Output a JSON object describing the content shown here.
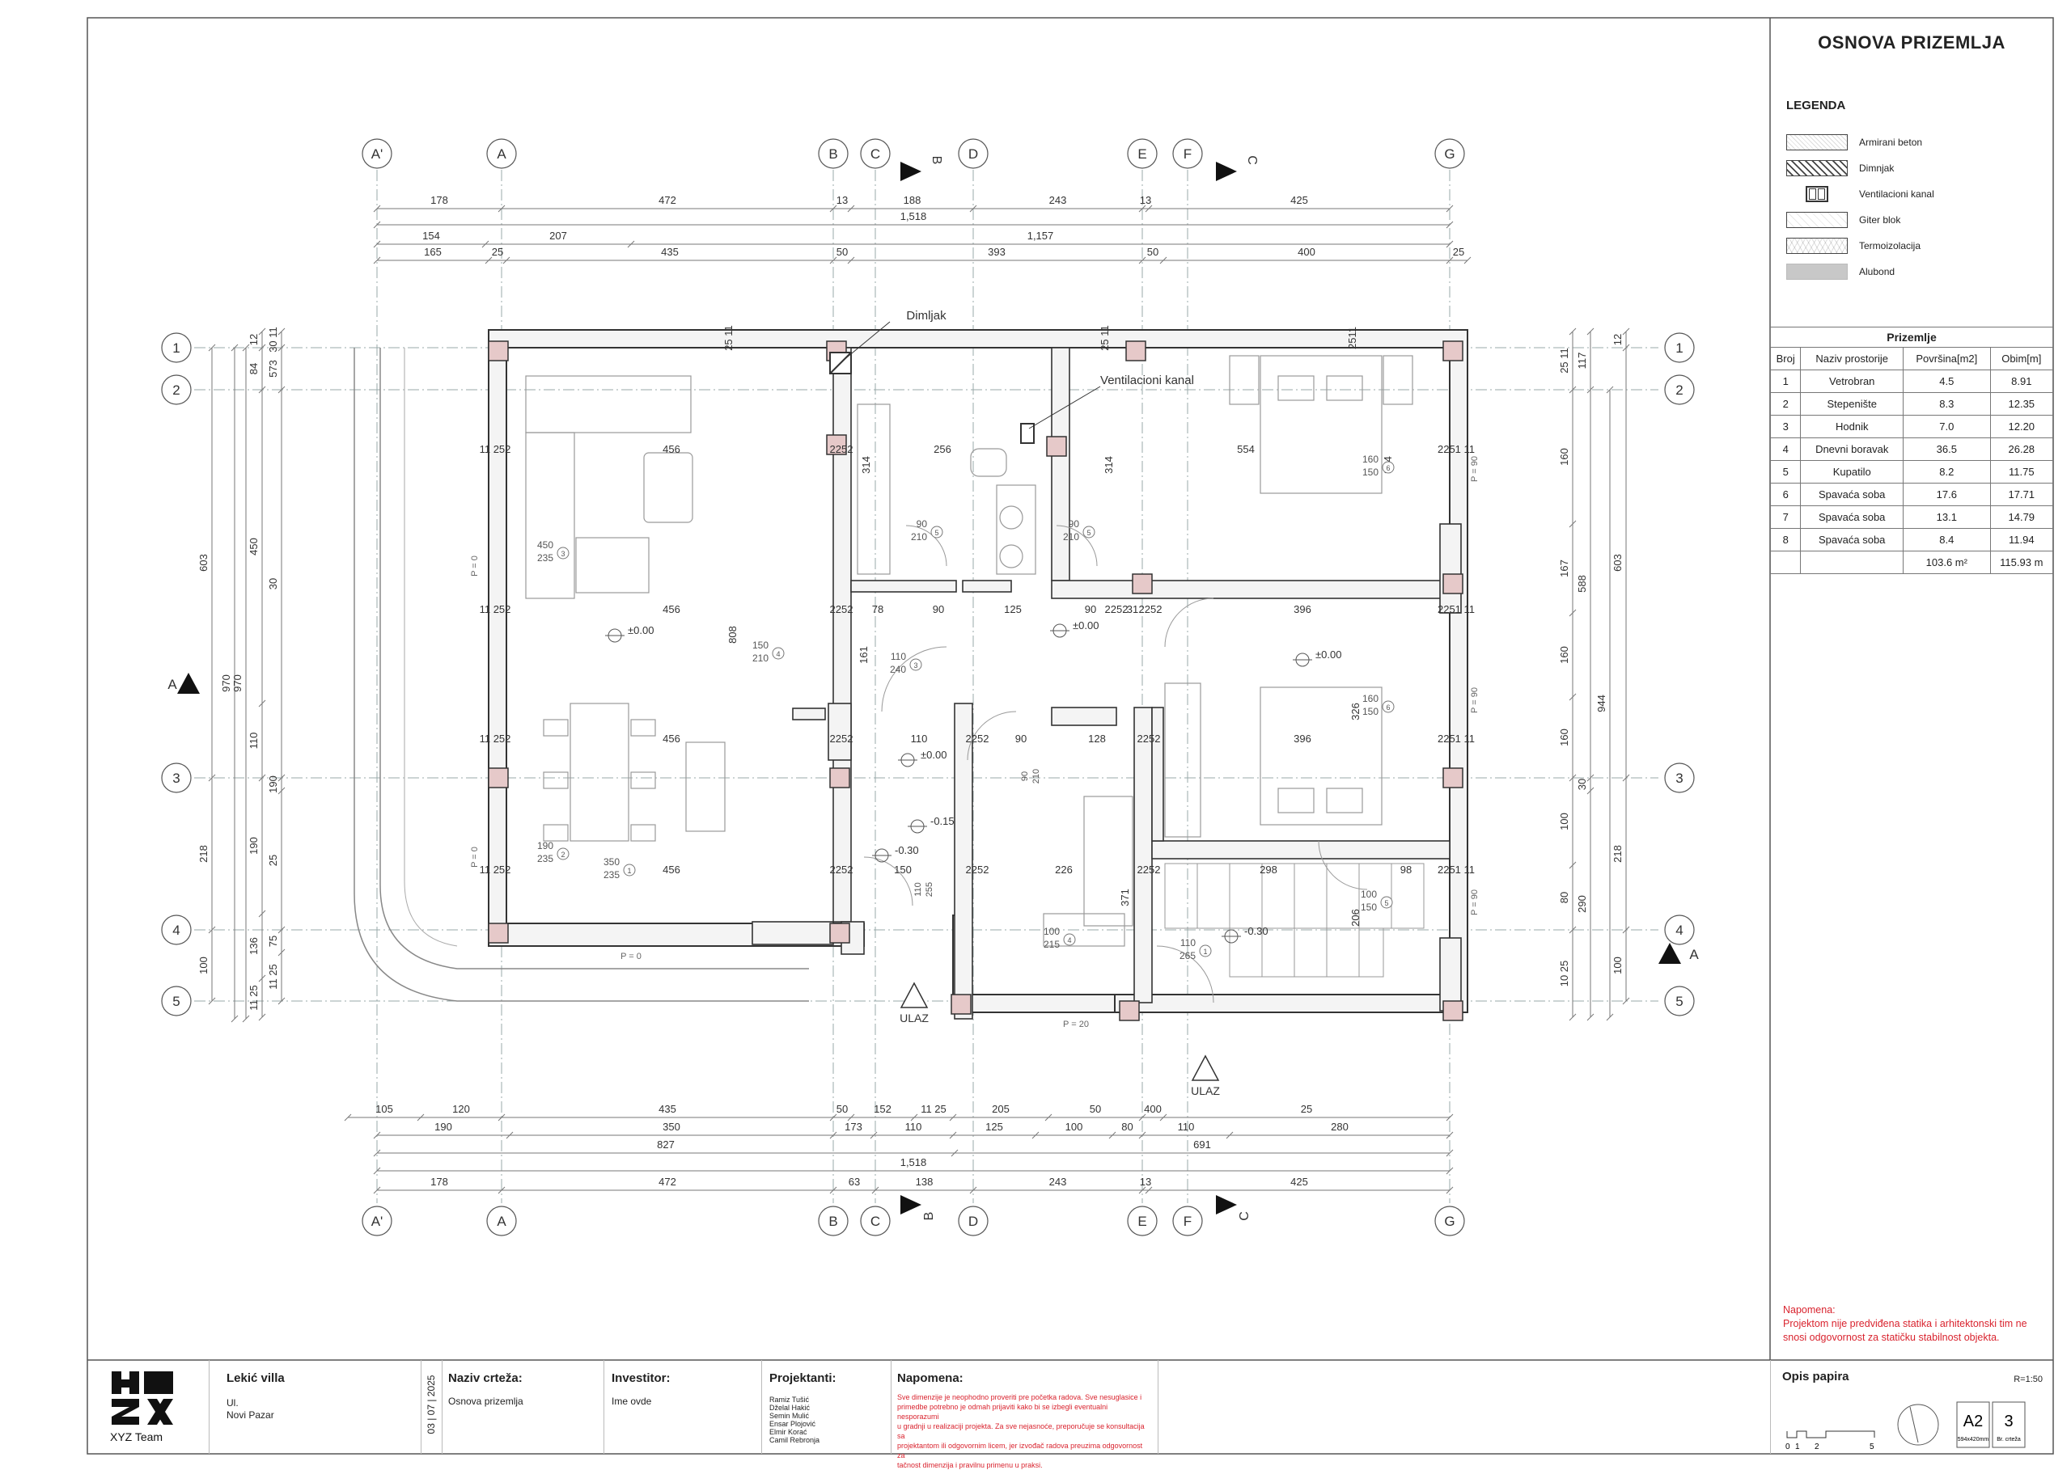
{
  "sheet_title": "OSNOVA PRIZEMLJA",
  "legend": {
    "title": "LEGENDA",
    "items": [
      {
        "label": "Armirani beton"
      },
      {
        "label": "Dimnjak"
      },
      {
        "label": "Ventilacioni kanal"
      },
      {
        "label": "Giter blok"
      },
      {
        "label": "Termoizolacija"
      },
      {
        "label": "Alubond"
      }
    ]
  },
  "room_table": {
    "caption": "Prizemlje",
    "headers": [
      "Broj",
      "Naziv prostorije",
      "Površina[m2]",
      "Obim[m]"
    ],
    "rows": [
      [
        "1",
        "Vetrobran",
        "4.5",
        "8.91"
      ],
      [
        "2",
        "Stepenište",
        "8.3",
        "12.35"
      ],
      [
        "3",
        "Hodnik",
        "7.0",
        "12.20"
      ],
      [
        "4",
        "Dnevni boravak",
        "36.5",
        "26.28"
      ],
      [
        "5",
        "Kupatilo",
        "8.2",
        "11.75"
      ],
      [
        "6",
        "Spavaća soba",
        "17.6",
        "17.71"
      ],
      [
        "7",
        "Spavaća soba",
        "13.1",
        "14.79"
      ],
      [
        "8",
        "Spavaća soba",
        "8.4",
        "11.94"
      ]
    ],
    "total": [
      "",
      "",
      "103.6 m²",
      "115.93 m"
    ]
  },
  "panel_note": {
    "label": "Napomena:",
    "text": "Projektom nije predviđena statika i arhitektonski tim ne snosi odgovornost za statičku stabilnost objekta."
  },
  "plan": {
    "top_axes": [
      "A'",
      "A",
      "B",
      "C",
      "D",
      "E",
      "F",
      "G"
    ],
    "bottom_axes": [
      "A'",
      "A",
      "B",
      "C",
      "D",
      "E",
      "F",
      "G"
    ],
    "side_axes": [
      "1",
      "2",
      "3",
      "4",
      "5"
    ],
    "section_marks": [
      "A",
      "A",
      "B",
      "B",
      "C",
      "C"
    ],
    "top_dims_row1": [
      "178",
      "472",
      "13",
      "188",
      "243",
      "13",
      "425"
    ],
    "top_dims_row2": [
      "1,518"
    ],
    "top_dims_row3": [
      "154",
      "207",
      "1,157"
    ],
    "top_dims_row4": [
      "165",
      "25",
      "435",
      "50",
      "393",
      "50",
      "400",
      "25"
    ],
    "bottom_dims_row1": [
      "105",
      "120",
      "435",
      "50",
      "152",
      "11 25",
      "205",
      "50",
      "400",
      "25"
    ],
    "bottom_dims_row2": [
      "190",
      "350",
      "173",
      "110",
      "125",
      "100",
      "80",
      "110",
      "280"
    ],
    "bottom_dims_row3": [
      "827",
      "691"
    ],
    "bottom_dims_row4": [
      "1,518"
    ],
    "bottom_dims_row5": [
      "178",
      "472",
      "63",
      "138",
      "243",
      "13",
      "425"
    ],
    "left_dims_outer": [
      "603",
      "218",
      "100"
    ],
    "left_dims_mid": [
      "970",
      "970"
    ],
    "left_dims_inner": [
      "12",
      "84",
      "450",
      "110",
      "190",
      "136",
      "11 25"
    ],
    "left_dims_inner2": [
      "30 11",
      "573",
      "30",
      "190",
      "25",
      "75",
      "11 25"
    ],
    "right_dims_inner": [
      "25 11",
      "160",
      "167",
      "160",
      "160",
      "100",
      "80",
      "10 25"
    ],
    "right_dims_mid": [
      "117",
      "588",
      "30",
      "290"
    ],
    "right_dims_mid2": [
      "944"
    ],
    "right_dims_outer": [
      "12",
      "603",
      "218",
      "100"
    ],
    "labels": {
      "chimney": "Dimljak",
      "vent": "Ventilacioni kanal",
      "entrance": "ULAZ"
    },
    "levels": [
      "±0.00",
      "±0.00",
      "±0.00",
      "±0.00",
      "-0.15",
      "-0.30",
      "-0.30"
    ],
    "room_dims": [
      "456",
      "256",
      "554",
      "456",
      "78",
      "90",
      "125",
      "90",
      "31",
      "396",
      "456",
      "110",
      "90",
      "128",
      "396",
      "456",
      "150",
      "226",
      "298",
      "98",
      "314",
      "314",
      "314",
      "808",
      "161",
      "371",
      "326",
      "206"
    ],
    "wall_dims": [
      "11 252",
      "2252",
      "2252",
      "2252",
      "2252",
      "2251 11",
      "11 252",
      "2252",
      "2252",
      "2251 11",
      "11 252",
      "2252",
      "2252",
      "2251 11",
      "11 252",
      "2252",
      "2252",
      "2251 11",
      "25 11",
      "25 11",
      "2511"
    ],
    "tags": [
      {
        "n": "3",
        "a": "450",
        "b": "235"
      },
      {
        "n": "4",
        "a": "150",
        "b": "210"
      },
      {
        "n": "5",
        "a": "90",
        "b": "210"
      },
      {
        "n": "5",
        "a": "90",
        "b": "210"
      },
      {
        "n": "6",
        "a": "160",
        "b": "150"
      },
      {
        "n": "6",
        "a": "160",
        "b": "150"
      },
      {
        "n": "2",
        "a": "190",
        "b": "235"
      },
      {
        "n": "1",
        "a": "350",
        "b": "235"
      },
      {
        "n": "5",
        "a": "100",
        "b": "150"
      },
      {
        "n": "3",
        "a": "110",
        "b": "240"
      },
      {
        "n": "4",
        "a": "100",
        "b": "215"
      },
      {
        "n": "1",
        "a": "110",
        "b": "265"
      }
    ],
    "parapets": [
      "P = 0",
      "P = 0",
      "P = 0",
      "P = 20",
      "P = 90",
      "P = 90",
      "P = 90"
    ],
    "door_small": [
      "90",
      "210",
      "110",
      "255"
    ]
  },
  "title_block": {
    "logo_text": "XYZ Team",
    "project_name": "Lekić villa",
    "address": "Ul.\nNovi Pazar",
    "date": "03 | 07 | 2025",
    "drawing_label": "Naziv crteža:",
    "drawing_name": "Osnova prizemlja",
    "investor_label": "Investitor:",
    "investor": "Ime ovde",
    "designers_label": "Projektanti:",
    "designers": "Ramiz Tušić\nDželal Hakić\nSemin Mulić\nEnsar Plojović\nElmir Korać\nCamil Rebronja",
    "note_label": "Napomena:",
    "note_text": "Sve dimenzije je neophodno proveriti pre početka radova. Sve nesuglasice i primedbe potrebno je odmah prijaviti kako bi se izbegli eventualni nesporazumi \nu gradnji u realizaciji projekta. Za sve nejasnoće, preporučuje se konsultacija sa \nprojektantom ili odgovornim licem, jer izvođač radova preuzima odgovornost za \ntačnost dimenzija i pravilnu primenu u praksi.",
    "paper_label": "Opis papira",
    "scale": "R=1:50",
    "scale_ticks": [
      "0",
      "1",
      "2",
      "5"
    ],
    "paper_format": "A2",
    "paper_size": "594x420mm",
    "sheet_no": "3",
    "sheet_no_label": "Br. crteža"
  }
}
